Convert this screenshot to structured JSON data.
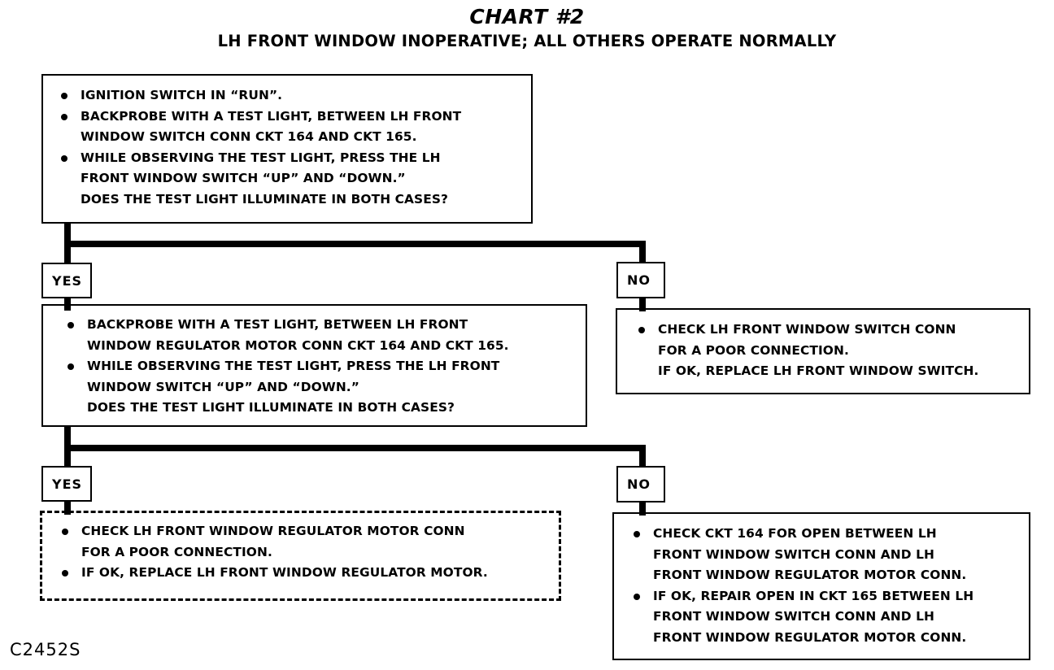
{
  "header": {
    "title": "CHART #2",
    "subtitle": "LH FRONT WINDOW INOPERATIVE; ALL OTHERS OPERATE NORMALLY"
  },
  "footer": {
    "code": "C2452S"
  },
  "colors": {
    "ink": "#000000",
    "paper": "#ffffff"
  },
  "labels": {
    "yes": "YES",
    "no": "NO"
  },
  "nodes": {
    "step1": {
      "name": "initial-test-box",
      "shape": "solid-rectangle",
      "items": [
        {
          "bullet": true,
          "text": "IGNITION SWITCH IN “RUN”."
        },
        {
          "bullet": true,
          "text": "BACKPROBE WITH A TEST LIGHT, BETWEEN LH FRONT\nWINDOW SWITCH CONN CKT 164 AND CKT 165."
        },
        {
          "bullet": true,
          "text": "WHILE OBSERVING THE TEST LIGHT, PRESS THE LH\nFRONT WINDOW SWITCH “UP” AND “DOWN.”"
        },
        {
          "bullet": false,
          "text": "DOES THE TEST LIGHT ILLUMINATE IN BOTH CASES?"
        }
      ]
    },
    "step2": {
      "name": "regulator-motor-test-box",
      "shape": "solid-rectangle",
      "items": [
        {
          "bullet": true,
          "text": "BACKPROBE WITH A TEST LIGHT, BETWEEN LH FRONT\nWINDOW REGULATOR MOTOR CONN CKT 164 AND CKT 165."
        },
        {
          "bullet": true,
          "text": "WHILE OBSERVING THE TEST LIGHT, PRESS THE LH FRONT\nWINDOW SWITCH “UP” AND “DOWN.”"
        },
        {
          "bullet": false,
          "text": "DOES THE TEST LIGHT ILLUMINATE IN BOTH CASES?"
        }
      ]
    },
    "result_no_1": {
      "name": "check-switch-conn-box",
      "shape": "solid-rectangle",
      "items": [
        {
          "bullet": true,
          "text": "CHECK LH FRONT WINDOW SWITCH CONN\nFOR A POOR CONNECTION."
        },
        {
          "bullet": false,
          "text": "IF OK, REPLACE LH FRONT WINDOW SWITCH."
        }
      ]
    },
    "result_yes_2": {
      "name": "check-regulator-motor-conn-box",
      "shape": "dashed-rectangle",
      "items": [
        {
          "bullet": true,
          "text": "CHECK LH FRONT WINDOW REGULATOR MOTOR CONN\nFOR A POOR CONNECTION."
        },
        {
          "bullet": true,
          "text": "IF OK, REPLACE LH FRONT WINDOW REGULATOR MOTOR."
        }
      ]
    },
    "result_no_2": {
      "name": "check-ckt-164-open-box",
      "shape": "solid-rectangle",
      "items": [
        {
          "bullet": true,
          "text": "CHECK CKT 164 FOR OPEN BETWEEN LH\nFRONT WINDOW SWITCH CONN AND LH\nFRONT WINDOW REGULATOR MOTOR CONN."
        },
        {
          "bullet": true,
          "text": "IF OK, REPAIR OPEN IN CKT 165 BETWEEN LH\nFRONT WINDOW SWITCH CONN AND LH\nFRONT WINDOW REGULATOR MOTOR CONN."
        }
      ]
    }
  }
}
